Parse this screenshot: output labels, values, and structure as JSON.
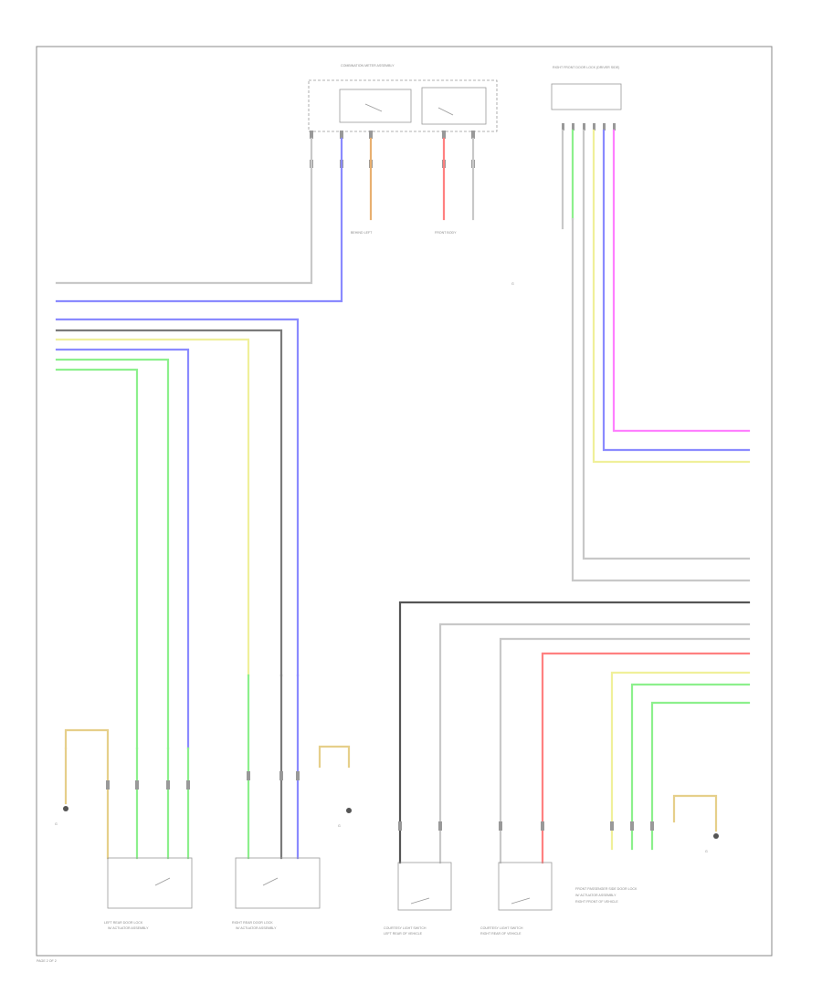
{
  "diagram_title": "",
  "labels": {
    "combination_meter": "COMBINATION METER ASSEMBLY",
    "right_front_door_lock": "RIGHT FRONT DOOR LOCK (DRIVER SIDE)",
    "left_rear_door_lock": "LEFT REAR DOOR LOCK",
    "left_rear_door_lock_2": "W/ ACTUATOR ASSEMBLY",
    "right_rear_door_lock": "RIGHT REAR DOOR LOCK",
    "right_rear_door_lock_2": "W/ ACTUATOR ASSEMBLY",
    "courtesy_left": "COURTESY LIGHT SWITCH",
    "courtesy_left_2": "LEFT REAR OF VEHICLE",
    "courtesy_right": "COURTESY LIGHT SWITCH",
    "courtesy_right_2": "RIGHT REAR OF VEHICLE",
    "front_passenger_lock": "FRONT PASSENGER SIDE DOOR LOCK",
    "front_passenger_lock_2": "W/ ACTUATOR ASSEMBLY",
    "front_passenger_lock_3": "RIGHT FRONT OF VEHICLE",
    "ground_left": "G",
    "ground_mid": "G",
    "ground_right": "G",
    "ground_top": "G",
    "splice_a": "BEHIND LEFT",
    "splice_b": "FRONT BODY",
    "footer": "PAGE 2 OF 2"
  },
  "wire_colors": {
    "gray": "#c8c8c8",
    "black": "#555555",
    "blue": "#8a8aff",
    "yellow": "#f0f09a",
    "green": "#8cf08c",
    "red": "#ff8080",
    "pink": "#ff80ff",
    "tan": "#e6cf8a"
  }
}
